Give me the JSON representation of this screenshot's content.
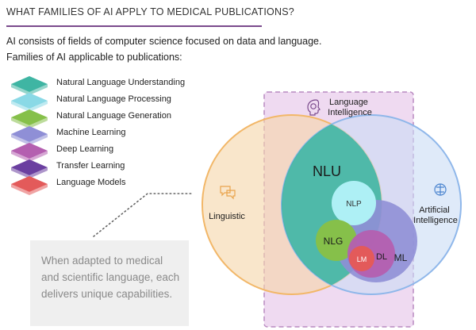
{
  "title": "WHAT FAMILIES OF AI APPLY TO MEDICAL PUBLICATIONS?",
  "intro": {
    "line1": "AI consists of fields of computer science focused on data and language.",
    "line2": "Families of AI applicable to publications:"
  },
  "legend": [
    {
      "label": "Natural Language Understanding",
      "color": "#3fb5a3"
    },
    {
      "label": "Natural Language Processing",
      "color": "#8ad9e6"
    },
    {
      "label": "Natural Language Generation",
      "color": "#86c04a"
    },
    {
      "label": "Machine Learning",
      "color": "#8f8fd6"
    },
    {
      "label": "Deep Learning",
      "color": "#b45fb0"
    },
    {
      "label": "Transfer Learning",
      "color": "#6b3fa0"
    },
    {
      "label": "Language Models",
      "color": "#e35a5a"
    }
  ],
  "diagram": {
    "language_intelligence": "Language\nIntelligence",
    "linguistic": "Linguistic",
    "artificial_intelligence": "Artificial\nIntelligence",
    "nlu": "NLU",
    "nlp": "NLP",
    "nlg": "NLG",
    "lm": "LM",
    "dl": "DL",
    "ml": "ML",
    "icons": [
      "brain-head-icon",
      "speech-bubbles-icon",
      "brain-circuit-icon"
    ]
  },
  "note": {
    "text": "When adapted to medical and scientific language, each delivers unique capabilities."
  },
  "colors": {
    "accent": "#7a4a8c",
    "linguistic": "#f5d6a8",
    "artificial": "#c9dcf5",
    "language_box": "#ecd3ef",
    "nlu": "#3fb5a3",
    "nlp": "#aef0f5",
    "nlg": "#86c04a",
    "ml": "#8f8fd6",
    "dl": "#b45fb0",
    "lm": "#e35a5a"
  }
}
